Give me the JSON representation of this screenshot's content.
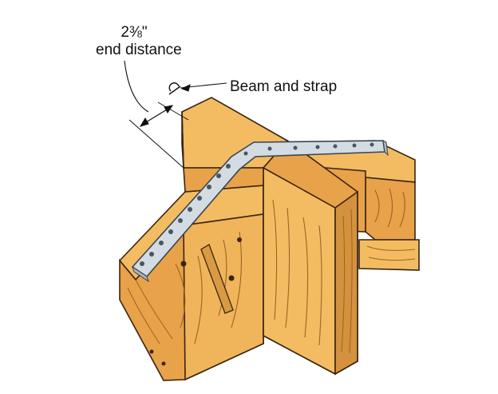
{
  "labels": {
    "end_distance_value": "2⅜\"",
    "end_distance_text": "end distance",
    "beam_and_strap": "Beam and strap"
  },
  "symbols": {
    "centerline": "centerline-symbol"
  },
  "colors": {
    "wood_light": "#F3BC62",
    "wood_mid": "#E8A24A",
    "wood_dark": "#C98534",
    "grain": "#9C6420",
    "outline": "#3A2410",
    "strap": "#D4DCE3",
    "strap_shade": "#A9B4BE",
    "hole": "#4B5560"
  }
}
